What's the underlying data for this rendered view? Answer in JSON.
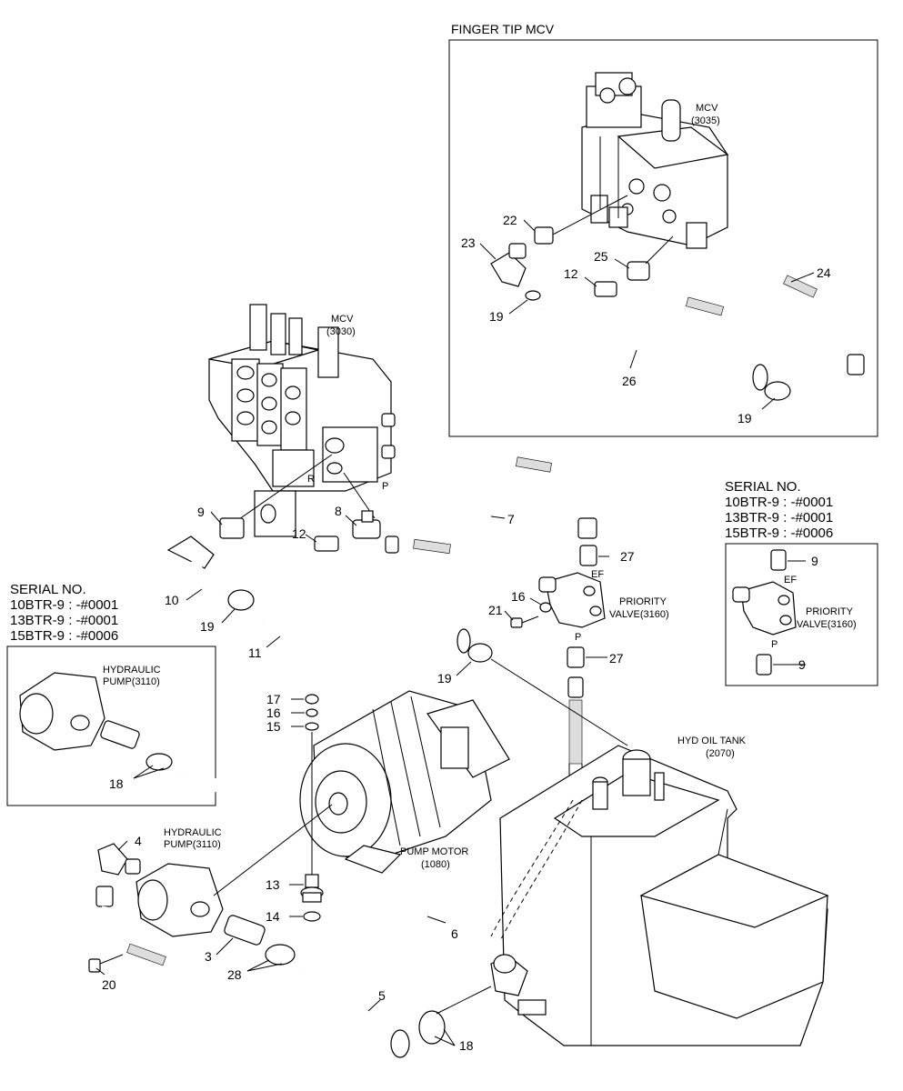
{
  "finger_tip": {
    "title": "FINGER TIP MCV",
    "mcv_name": "MCV",
    "mcv_code": "(3035)",
    "items": [
      "22",
      "23",
      "25",
      "12",
      "24",
      "19",
      "26",
      "19"
    ]
  },
  "main_mcv": {
    "name": "MCV",
    "code": "(3030)",
    "port_r": "R",
    "port_p": "P"
  },
  "priority_valve": {
    "name": "PRIORITY",
    "code": "VALVE(3160)",
    "port_ef": "EF",
    "port_p": "P"
  },
  "serial_right": {
    "title": "SERIAL NO.",
    "lines": [
      "10BTR-9 : -#0001",
      "13BTR-9 : -#0001",
      "15BTR-9 : -#0006"
    ],
    "valve_name": "PRIORITY",
    "valve_code": "VALVE(3160)",
    "port_ef": "EF",
    "port_p": "P",
    "items": [
      "9",
      "9"
    ]
  },
  "serial_left": {
    "title": "SERIAL NO.",
    "lines": [
      "10BTR-9 : -#0001",
      "13BTR-9 : -#0001",
      "15BTR-9 : -#0006"
    ],
    "pump_name": "HYDRAULIC",
    "pump_code": "PUMP(3110)",
    "items": [
      "18"
    ]
  },
  "pump": {
    "name": "HYDRAULIC",
    "code": "PUMP(3110)"
  },
  "motor": {
    "name": "PUMP MOTOR",
    "code": "(1080)"
  },
  "tank": {
    "name": "HYD OIL TANK",
    "code": "(2070)"
  },
  "callouts": [
    "9",
    "8",
    "12",
    "7",
    "27",
    "16",
    "21",
    "27",
    "10",
    "19",
    "11",
    "19",
    "17",
    "16",
    "15",
    "4",
    "13",
    "14",
    "6",
    "3",
    "28",
    "20",
    "5",
    "18"
  ]
}
